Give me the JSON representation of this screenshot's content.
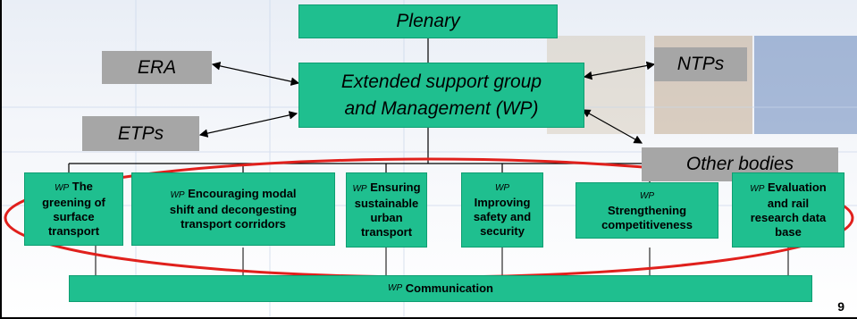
{
  "nodes": {
    "plenary": "Plenary",
    "support_line1": "Extended support group",
    "support_line2": "and Management (WP)",
    "era": "ERA",
    "etps": "ETPs",
    "ntps": "NTPs",
    "other_bodies": "Other bodies"
  },
  "wp_tag": "WP",
  "work_packages": [
    {
      "line1": "The",
      "lines": [
        "greening of",
        "surface",
        "transport"
      ]
    },
    {
      "line1": "Encouraging modal",
      "lines": [
        "shift and decongesting",
        "transport corridors"
      ]
    },
    {
      "line1": "Ensuring",
      "lines": [
        "sustainable",
        "urban",
        "transport"
      ]
    },
    {
      "line1": "",
      "lines": [
        "Improving",
        "safety and",
        "security"
      ]
    },
    {
      "line1": "",
      "lines": [
        "Strengthening",
        "competitiveness"
      ]
    },
    {
      "line1": "Evaluation",
      "lines": [
        "and rail",
        "research data",
        "base"
      ]
    }
  ],
  "communication": "Communication",
  "page_number": "9",
  "colors": {
    "box_green": "#1fbf8f",
    "box_grey": "#a6a6a6",
    "ellipse": "#e0201c"
  }
}
